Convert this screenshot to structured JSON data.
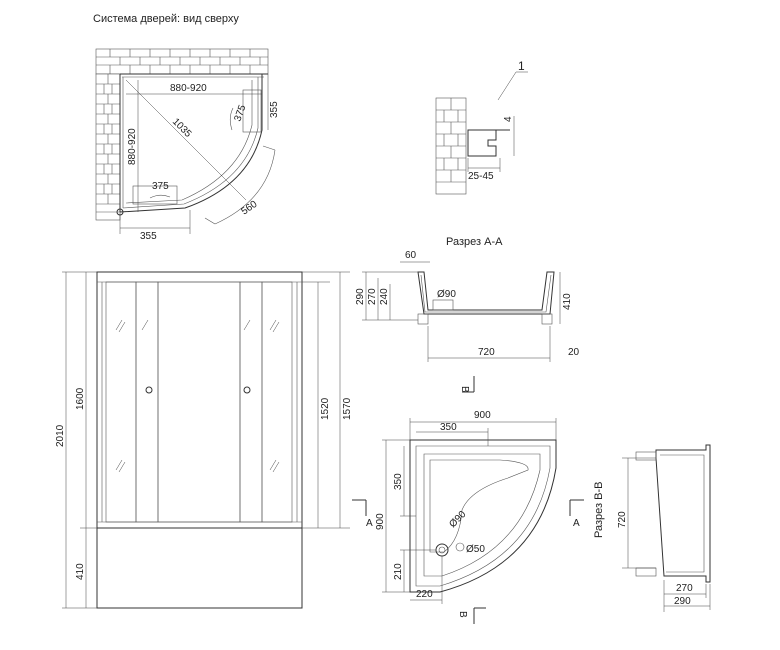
{
  "top_view": {
    "title": "Система дверей: вид сверху",
    "dims": {
      "w": "880-920",
      "h": "880-920",
      "diag": "1035",
      "a": "355",
      "b": "355",
      "r1": "375",
      "r2": "375",
      "arc": "560"
    }
  },
  "detail": {
    "callout": "1",
    "dims": {
      "gap": "4",
      "width": "25-45"
    }
  },
  "section_a": {
    "title": "Разрез А-А",
    "dims": {
      "rim": "60",
      "h1": "290",
      "h2": "270",
      "h3": "240",
      "drain": "Ø90",
      "depth": "410",
      "len": "720",
      "leg": "20"
    }
  },
  "front": {
    "dims": {
      "total": "2010",
      "glass": "1600",
      "tray": "410",
      "inner1": "1520",
      "inner2": "1570"
    }
  },
  "tray_plan": {
    "dims": {
      "w": "900",
      "top": "350",
      "left": "350",
      "h": "900",
      "drain1": "Ø90",
      "drain2": "Ø50",
      "y210": "210",
      "x220": "220"
    },
    "marks": {
      "a_left": "A",
      "a_right": "A",
      "b_top": "B",
      "b_bottom": "B"
    }
  },
  "section_b": {
    "title": "Разрез В-В",
    "dims": {
      "h": "720",
      "w1": "270",
      "w2": "290"
    }
  }
}
